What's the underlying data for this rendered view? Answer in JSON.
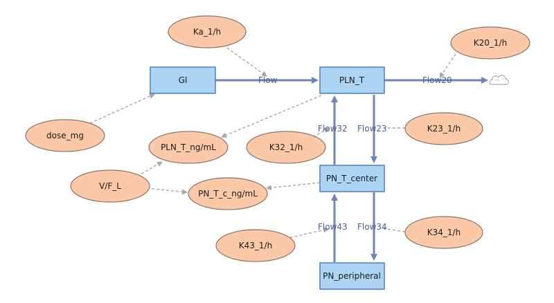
{
  "stocks": {
    "gi": "GI",
    "pln_t": "PLN_T",
    "pn_t_center": "PN_T_center",
    "pn_peripheral": "PN_peripheral"
  },
  "auxiliaries": {
    "ka": "Ka_1/h",
    "k20": "K20_1/h",
    "dose": "dose_mg",
    "k23": "K23_1/h",
    "pln_conc": "PLN_T_ng/mL",
    "k32": "K32_1/h",
    "vf": "V/F_L",
    "pn_conc": "PN_T_c_ng/mL",
    "k43": "K43_1/h",
    "k34": "K34_1/h"
  },
  "flows": {
    "flow": "Flow",
    "flow20": "Flow20",
    "flow32": "Flow32",
    "flow23": "Flow23",
    "flow43": "Flow43",
    "flow34": "Flow34"
  },
  "colors": {
    "stock_fill": "#aed4f4",
    "stock_border": "#4f7fbb",
    "aux_fill": "#fcc9a8",
    "flow": "#6a86bf",
    "link": "#a6a6a6"
  },
  "icons": {
    "sink": "cloud-icon"
  }
}
